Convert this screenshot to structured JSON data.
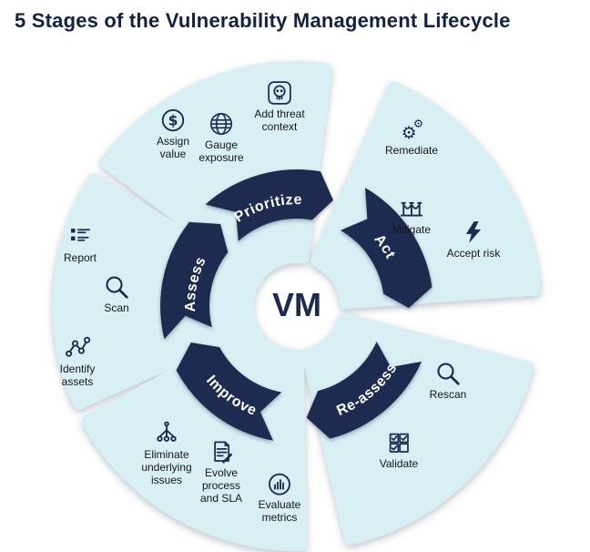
{
  "title": "5 Stages of the Vulnerability Management Lifecycle",
  "center_label": "VM",
  "colors": {
    "navy": "#1d2b50",
    "light_blue": "#d8eff4",
    "background": "#ffffff"
  },
  "stages": [
    {
      "label": "Prioritize",
      "items": [
        {
          "label": "Assign value",
          "icon": "dollar-circle-icon"
        },
        {
          "label": "Gauge exposure",
          "icon": "mesh-globe-icon"
        },
        {
          "label": "Add threat context",
          "icon": "skull-icon"
        }
      ]
    },
    {
      "label": "Act",
      "items": [
        {
          "label": "Remediate",
          "icon": "gears-icon"
        },
        {
          "label": "Mitigate",
          "icon": "bridge-icon"
        },
        {
          "label": "Accept risk",
          "icon": "lightning-icon"
        }
      ]
    },
    {
      "label": "Re-assess",
      "items": [
        {
          "label": "Rescan",
          "icon": "magnifier-icon"
        },
        {
          "label": "Validate",
          "icon": "checkboxes-icon"
        }
      ]
    },
    {
      "label": "Improve",
      "items": [
        {
          "label": "Eliminate underlying issues",
          "icon": "branch-icon"
        },
        {
          "label": "Evolve process and SLA",
          "icon": "document-icon"
        },
        {
          "label": "Evaluate metrics",
          "icon": "dial-icon"
        }
      ]
    },
    {
      "label": "Assess",
      "items": [
        {
          "label": "Report",
          "icon": "report-icon"
        },
        {
          "label": "Scan",
          "icon": "magnifier-icon"
        },
        {
          "label": "Identify assets",
          "icon": "network-icon"
        }
      ]
    }
  ]
}
